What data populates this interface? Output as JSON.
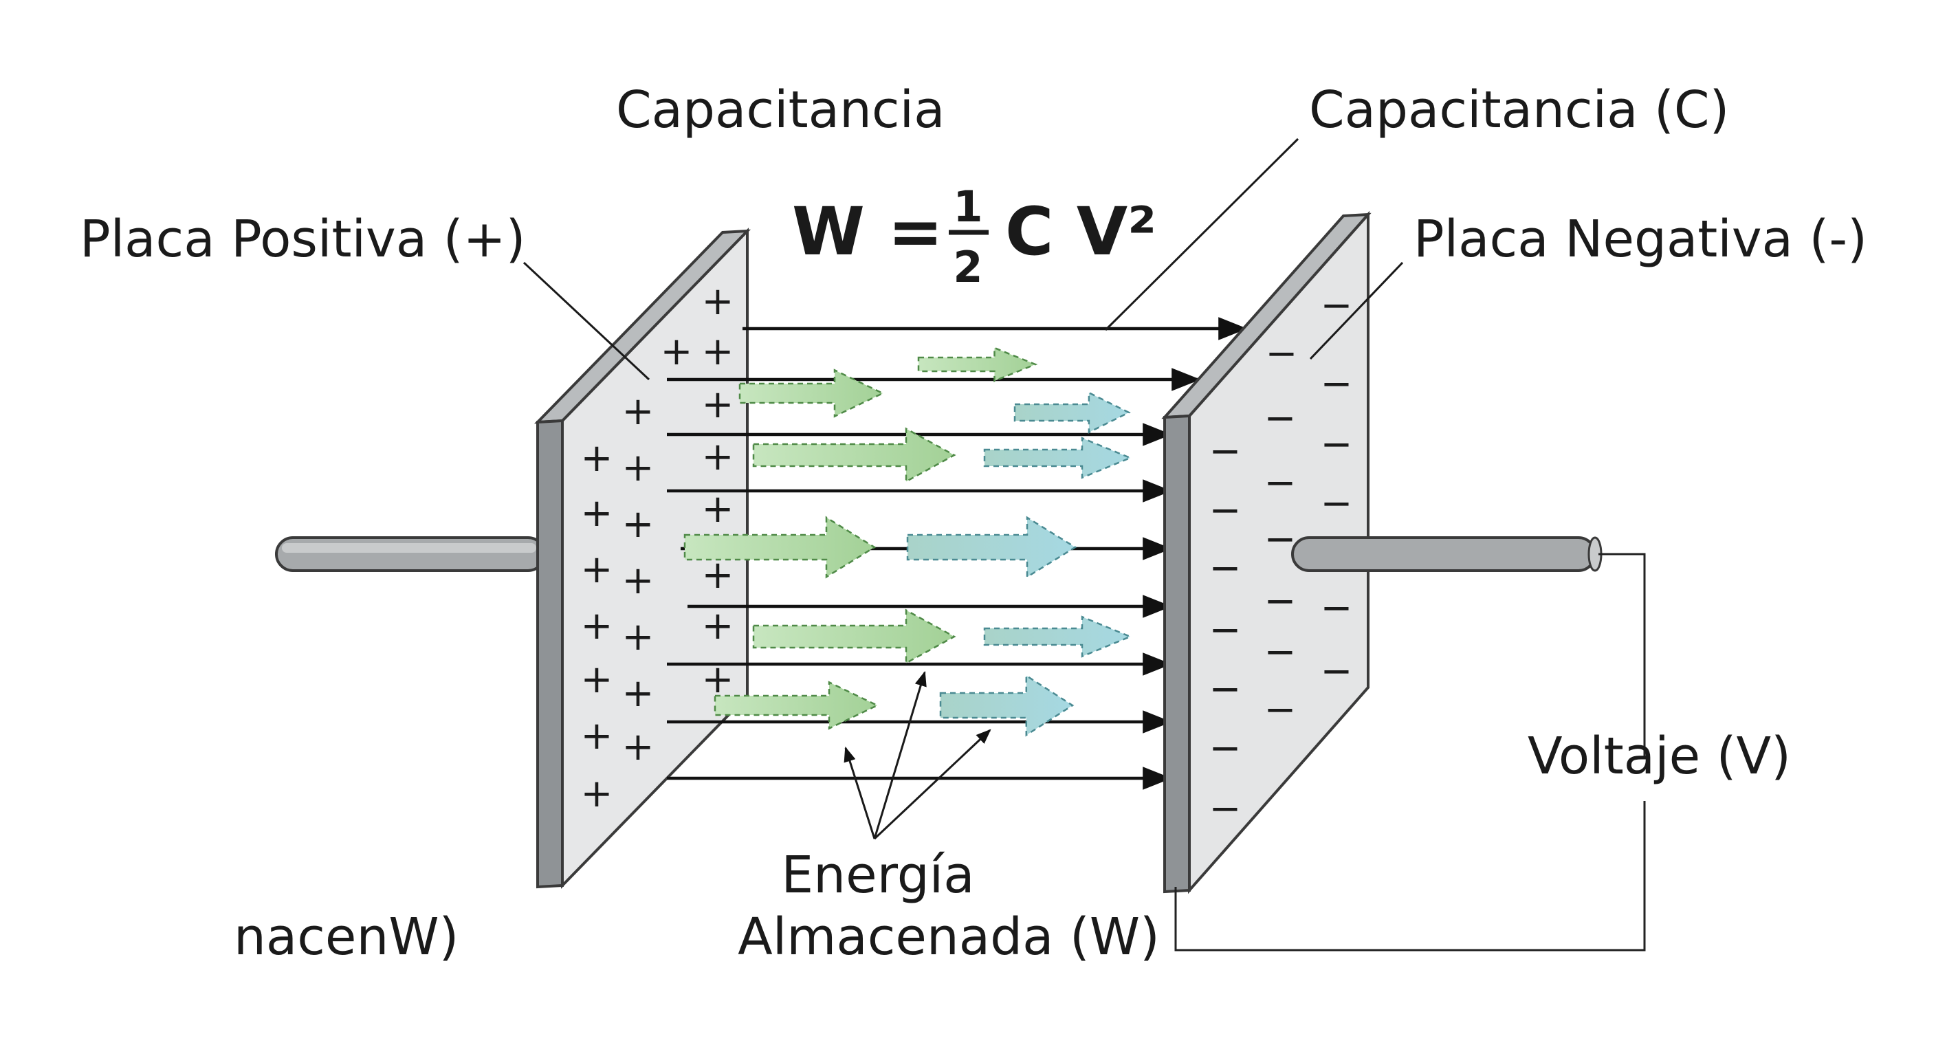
{
  "labels": {
    "title_top": "Capacitancia",
    "capacitance_c": "Capacitancia (C)",
    "positive_plate": "Placa Positiva (+)",
    "negative_plate": "Placa Negativa (-)",
    "voltage": "Voltaje (V)",
    "energy_line1": "Energía",
    "energy_line2": "Almacenada (W)",
    "truncated_left": "nacenW)"
  },
  "formula": {
    "lhs": "W =",
    "numerator": "1",
    "denominator": "2",
    "rhs": "C V²"
  },
  "signs": {
    "positive": "+",
    "negative": "−"
  },
  "colors": {
    "plate_face": "#e4e5e6",
    "plate_edge": "#8f9396",
    "plate_outline": "#3a3a3a",
    "lead": "#a3a6a8",
    "green_arrow": "#a9d6a0",
    "blue_arrow": "#a6d6dc",
    "ink": "#1a1a1a"
  }
}
